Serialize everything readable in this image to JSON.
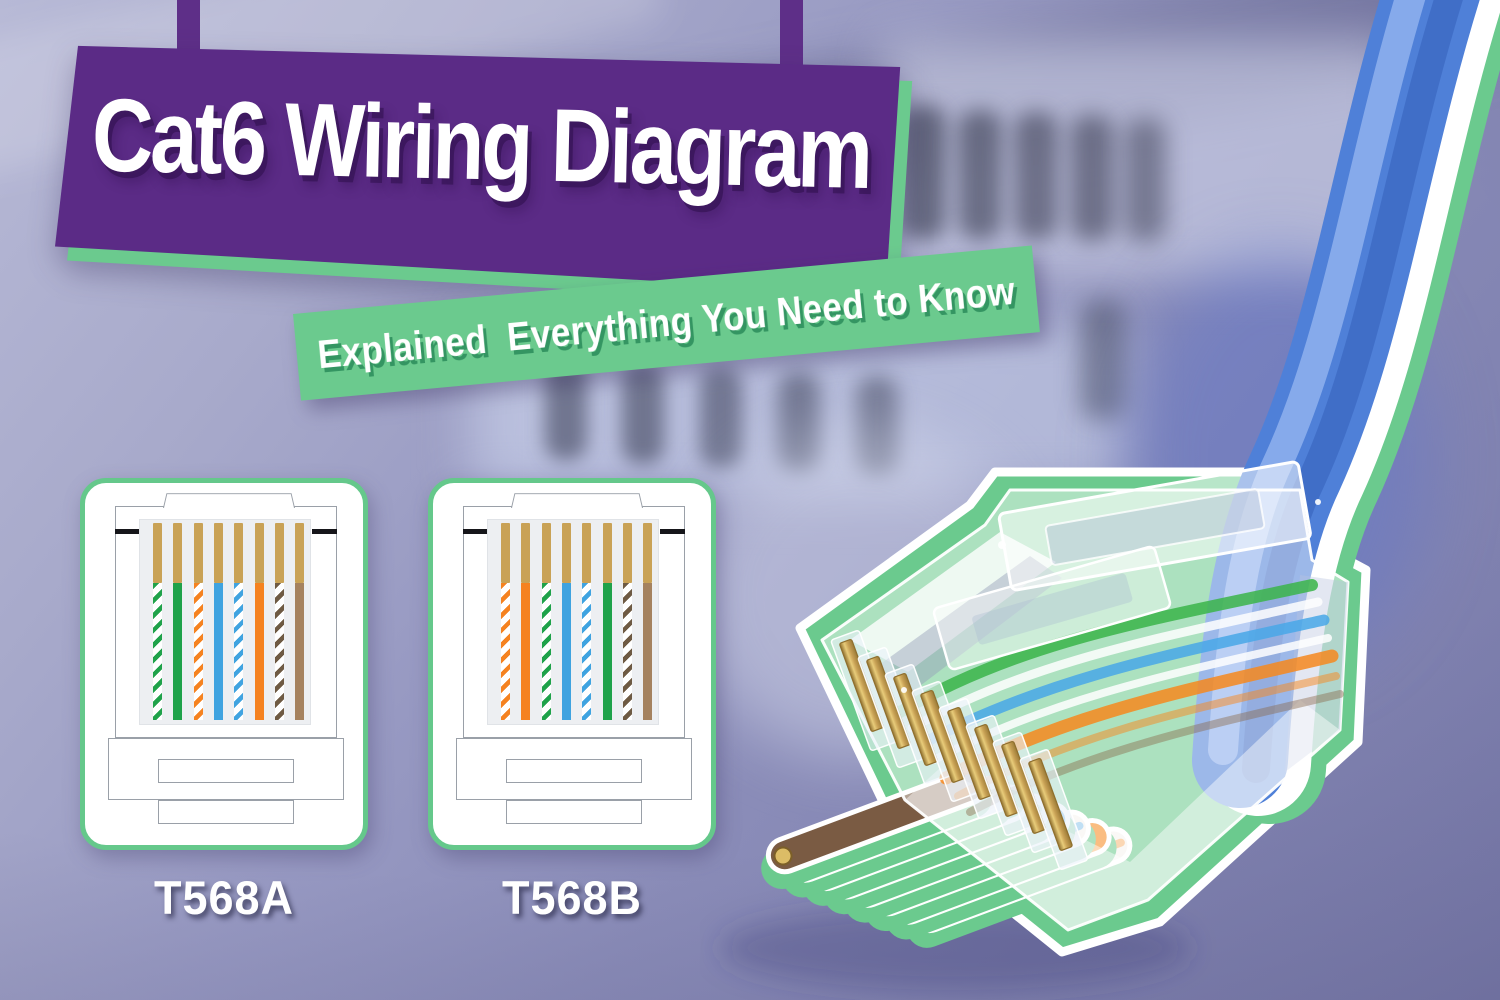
{
  "title": "Cat6 Wiring Diagram",
  "subtitle": "Explained  Everything You Need to Know",
  "standards": [
    {
      "label": "T568A",
      "pins": [
        {
          "name": "white-green",
          "striped": true,
          "color": "#1fa24a"
        },
        {
          "name": "green",
          "striped": false,
          "color": "#1fa24a"
        },
        {
          "name": "white-orange",
          "striped": true,
          "color": "#f58220"
        },
        {
          "name": "blue",
          "striped": false,
          "color": "#3fa3e0"
        },
        {
          "name": "white-blue",
          "striped": true,
          "color": "#3fa3e0"
        },
        {
          "name": "orange",
          "striped": false,
          "color": "#f58220"
        },
        {
          "name": "white-brown",
          "striped": true,
          "color": "#6e5a43"
        },
        {
          "name": "brown",
          "striped": false,
          "color": "#a5825f"
        }
      ]
    },
    {
      "label": "T568B",
      "pins": [
        {
          "name": "white-orange",
          "striped": true,
          "color": "#f58220"
        },
        {
          "name": "orange",
          "striped": false,
          "color": "#f58220"
        },
        {
          "name": "white-green",
          "striped": true,
          "color": "#1fa24a"
        },
        {
          "name": "blue",
          "striped": false,
          "color": "#3fa3e0"
        },
        {
          "name": "white-blue",
          "striped": true,
          "color": "#3fa3e0"
        },
        {
          "name": "green",
          "striped": false,
          "color": "#1fa24a"
        },
        {
          "name": "white-brown",
          "striped": true,
          "color": "#6e5a43"
        },
        {
          "name": "brown",
          "striped": false,
          "color": "#a5825f"
        }
      ]
    }
  ],
  "connector_photo": {
    "type": "rj45-pass-through-connector-with-blue-cable",
    "pin_count": 8,
    "cable_color": "#4f80d8",
    "cable_highlight": "#8fb2ee",
    "cable_core_shade": "#3a67c0",
    "sticker_outline": "#6bca8e",
    "wire_tip_order": [
      "brown",
      "white-brown",
      "green",
      "white-green",
      "blue",
      "white-blue",
      "orange",
      "white-orange"
    ],
    "wire_colors": {
      "brown": "#7a5b43",
      "white-brown": "#f6f3ef",
      "green": "#35b14c",
      "white-green": "#f6f3ef",
      "blue": "#3f9fe0",
      "white-blue": "#f6f3ef",
      "orange": "#f6891f",
      "white-orange": "#f6f3ef"
    },
    "stripe_accents": {
      "white-brown": "#b59a7e",
      "white-green": "#7fcf92",
      "white-blue": "#8fc6ec",
      "white-orange": "#f8b87a"
    }
  },
  "colors": {
    "banner_purple": "#5b2b86",
    "accent_green": "#6bca8e",
    "card_border_green": "#65c88b",
    "gold": "#c9a256",
    "background_base": "#9a9cc4",
    "text_white": "#ffffff"
  }
}
